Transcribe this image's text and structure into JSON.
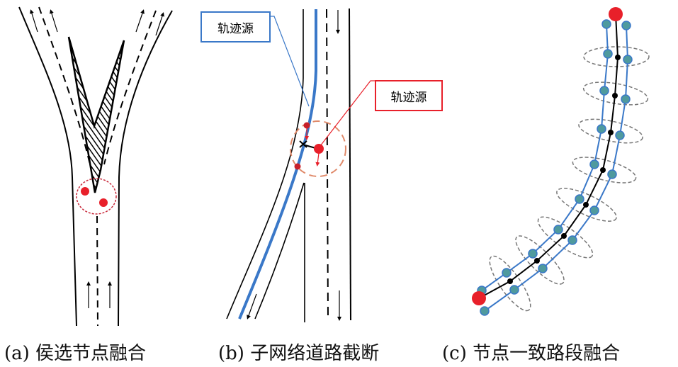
{
  "panels": [
    {
      "caption": "(a) 侯选节点融合"
    },
    {
      "caption": "(b) 子网络道路截断",
      "labels": {
        "blue_box": "轨迹源",
        "red_box": "轨迹源"
      }
    },
    {
      "caption": "(c) 节点一致路段融合"
    }
  ],
  "colors": {
    "red": "#e8202a",
    "blue": "#3a78c8",
    "teal": "#4f9a9e",
    "orange": "#e08a6a"
  }
}
